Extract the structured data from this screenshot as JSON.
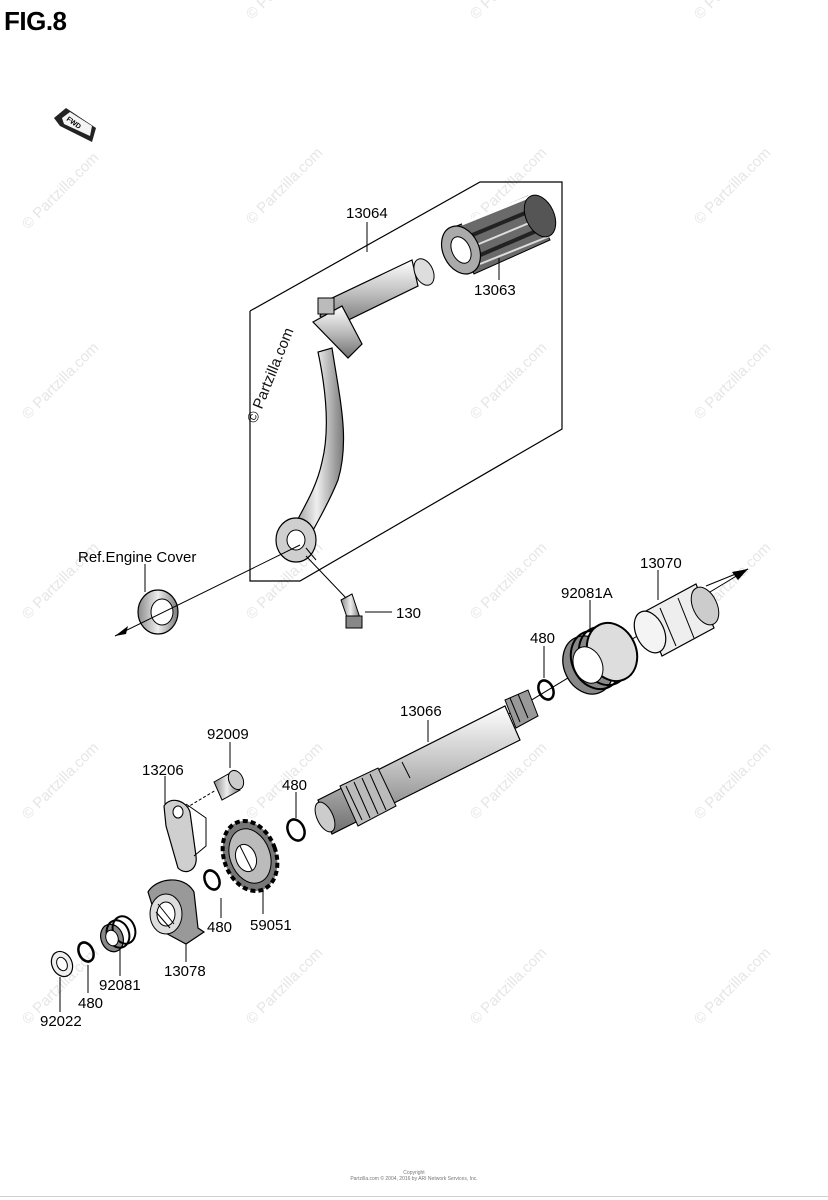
{
  "figure": {
    "title": "FIG.8",
    "direction_marker": "FWD"
  },
  "watermark": {
    "text": "© Partzilla.com",
    "dark_text": "© Partzilla.com"
  },
  "labels": {
    "kick_pedal": "13064",
    "pedal_rubber": "13063",
    "engine_cover_ref": "Ref.Engine Cover",
    "bolt": "130",
    "spring_guide": "13070",
    "spring_main": "92081A",
    "circlip_upper": "480",
    "kick_shaft": "13066",
    "bolt_ratchet": "92009",
    "ratchet_guide": "13206",
    "circlip_mid": "480",
    "circlip_gear": "480",
    "kick_gear": "59051",
    "ratchet": "13078",
    "spring_ratchet": "92081",
    "circlip_lower": "480",
    "washer": "92022"
  },
  "footer": {
    "line1": "Copyright",
    "line2": "Partzilla.com © 2004, 2016 by ARI Network Services, Inc."
  }
}
